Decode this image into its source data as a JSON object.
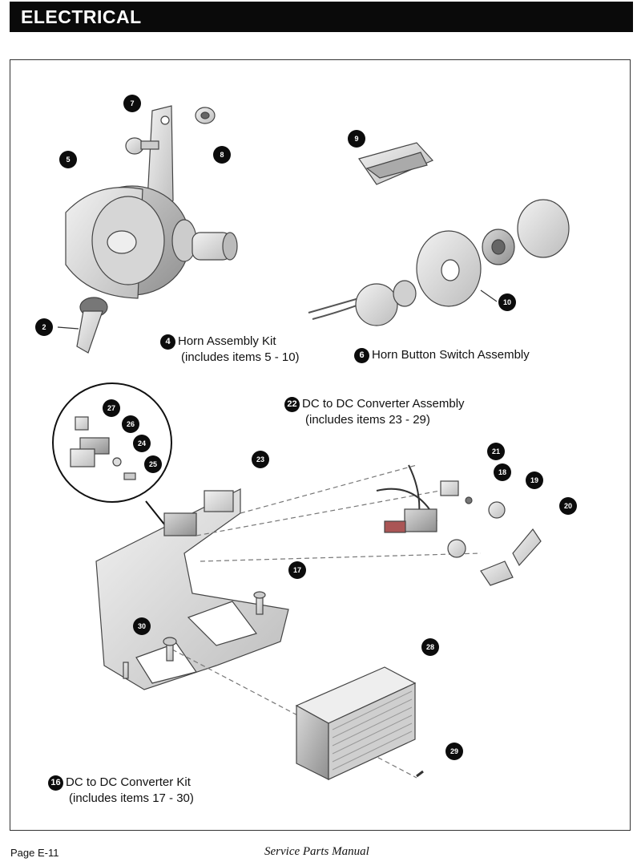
{
  "header": {
    "title": "ELECTRICAL"
  },
  "captions": {
    "horn_kit": {
      "badge": "4",
      "line1": "Horn Assembly Kit",
      "line2": "(includes items 5 - 10)"
    },
    "horn_button": {
      "badge": "6",
      "line1": "Horn Button Switch Assembly"
    },
    "dc_assembly": {
      "badge": "22",
      "line1": "DC to DC Converter  Assembly",
      "line2": "(includes items 23 - 29)"
    },
    "dc_kit": {
      "badge": "16",
      "line1": "DC to DC Converter  Kit",
      "line2": "(includes items 17 - 30)"
    }
  },
  "callouts": {
    "c7": "7",
    "c8": "8",
    "c5": "5",
    "c9": "9",
    "c2": "2",
    "c10": "10",
    "c27": "27",
    "c26": "26",
    "c24": "24",
    "c25": "25",
    "c23": "23",
    "c21": "21",
    "c18": "18",
    "c19": "19",
    "c20": "20",
    "c17": "17",
    "c30": "30",
    "c28": "28",
    "c29": "29"
  },
  "footer": {
    "page": "Page  E-11",
    "manual": "Service Parts Manual"
  }
}
